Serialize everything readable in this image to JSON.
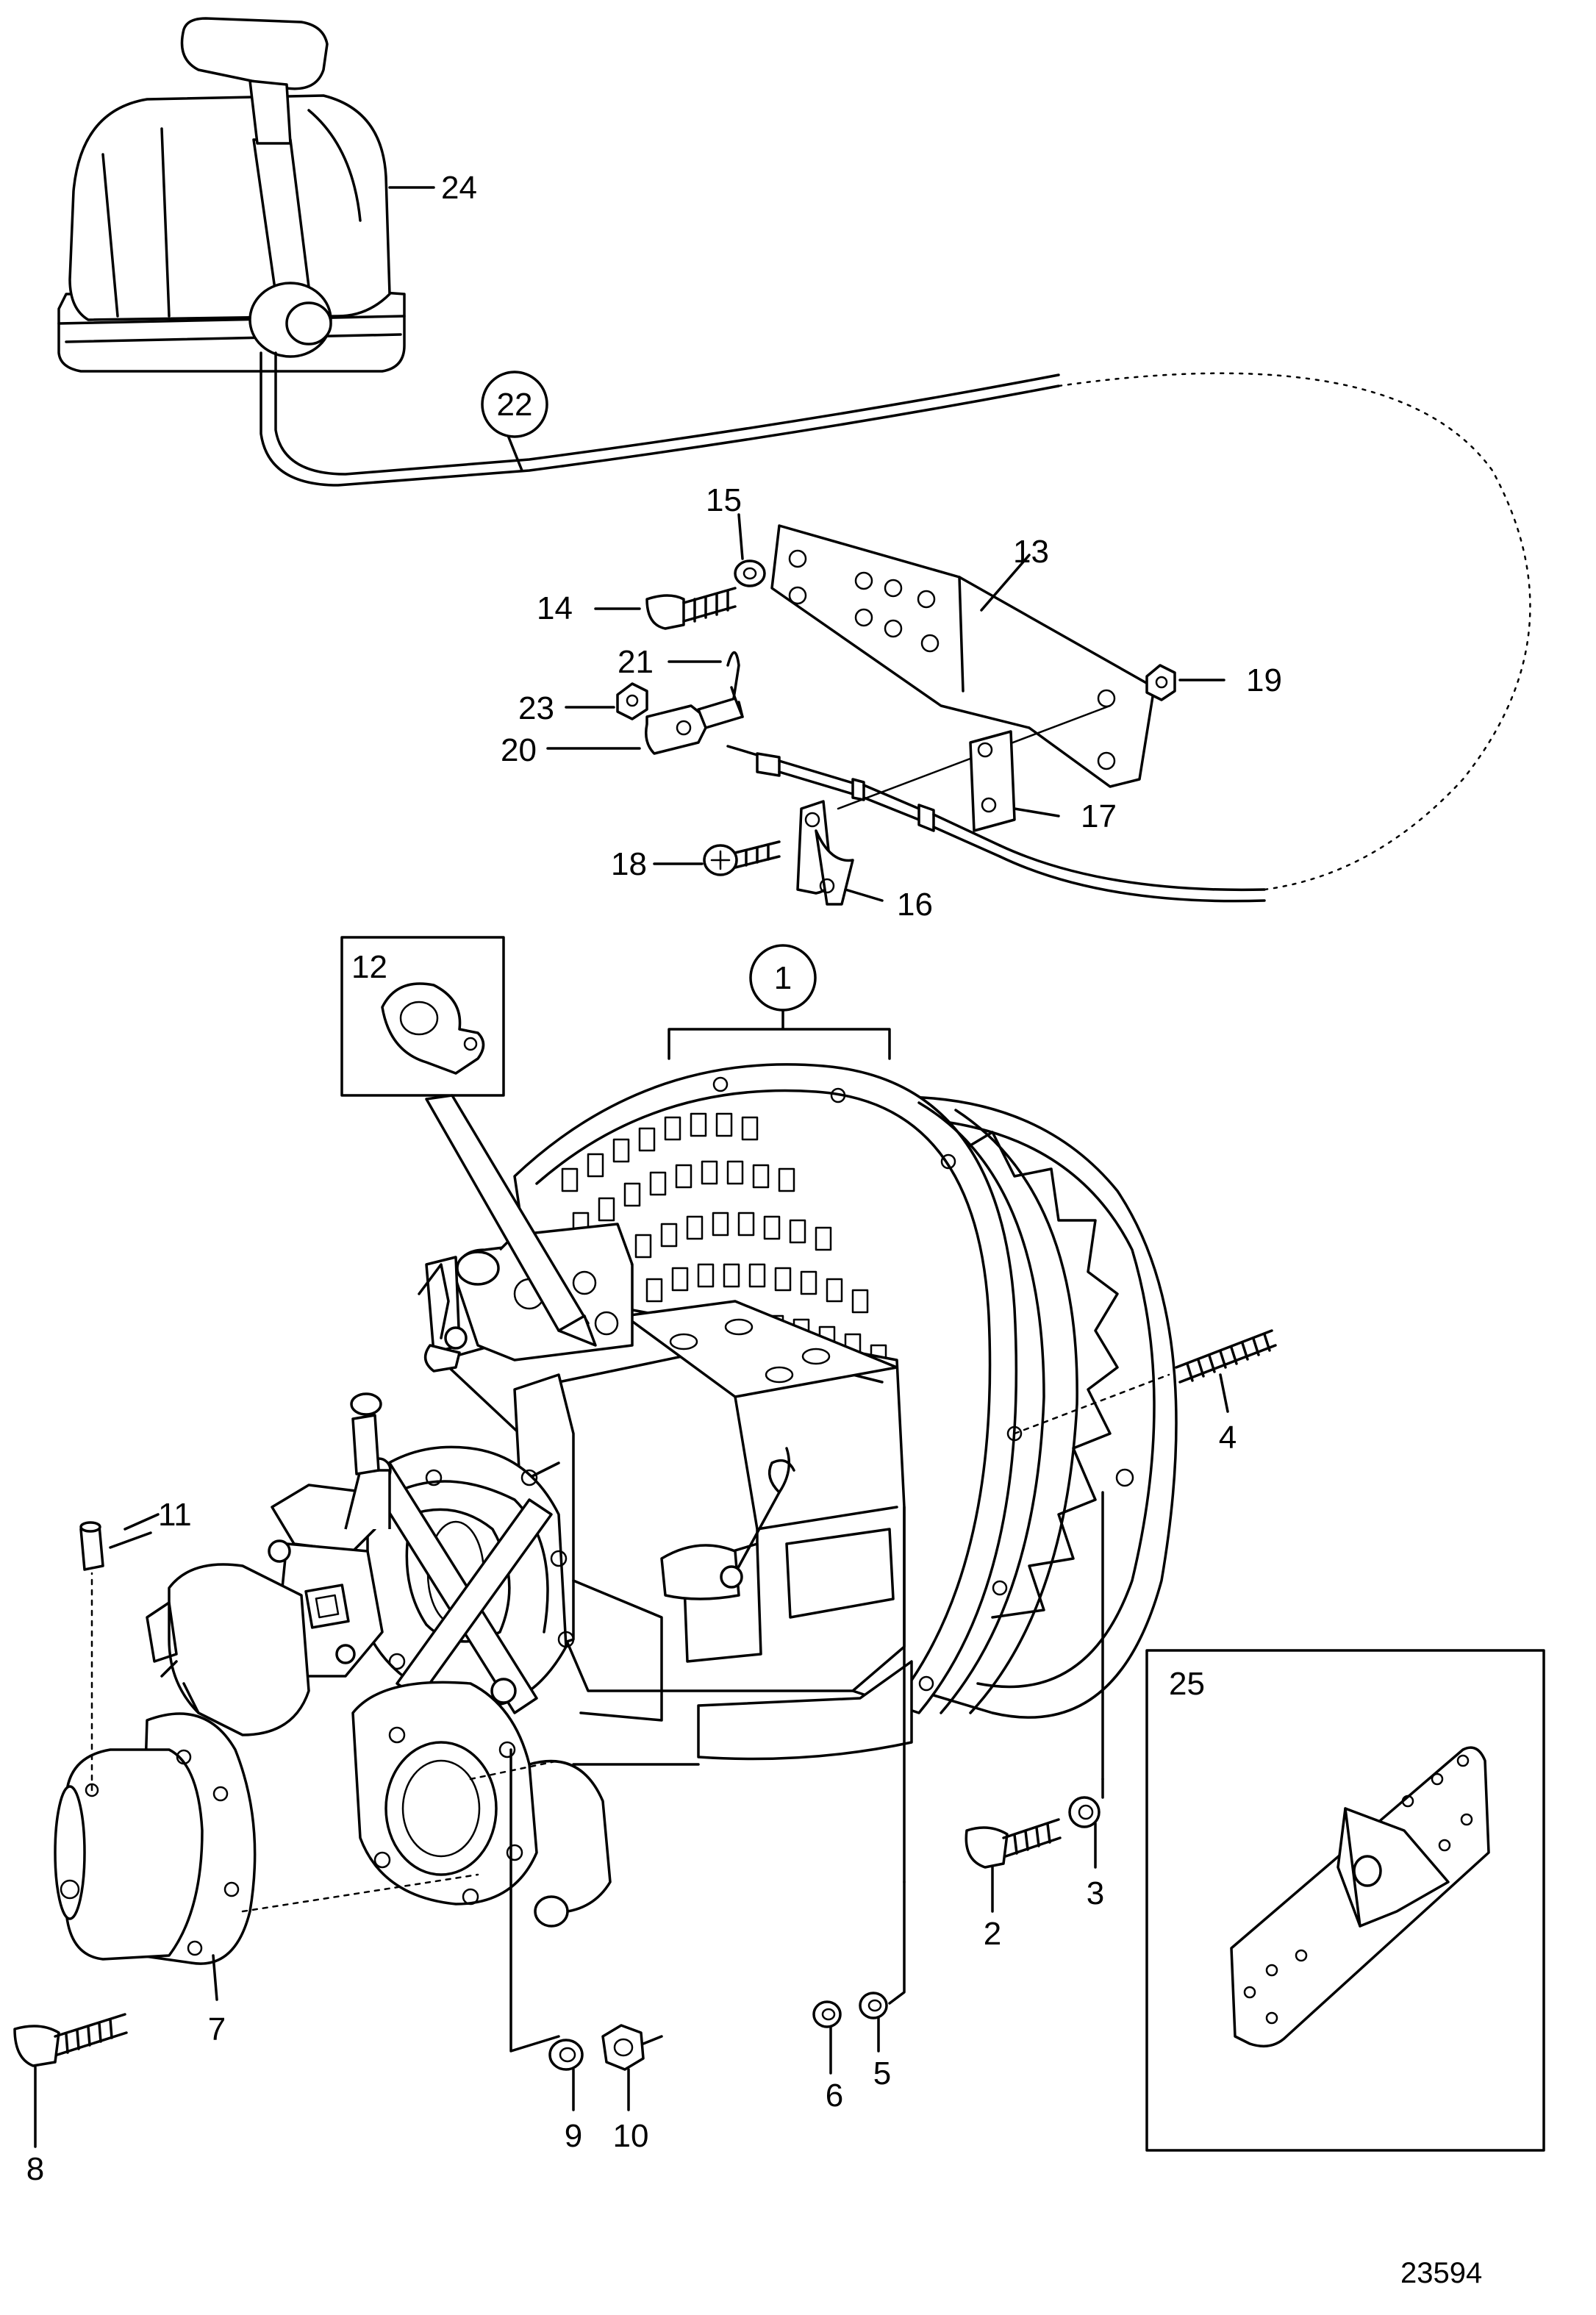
{
  "labels": {
    "l1": "1",
    "l2": "2",
    "l3": "3",
    "l4": "4",
    "l5": "5",
    "l6": "6",
    "l7": "7",
    "l8": "8",
    "l9": "9",
    "l10": "10",
    "l11": "11",
    "l12": "12",
    "l13": "13",
    "l14": "14",
    "l15": "15",
    "l16": "16",
    "l17": "17",
    "l18": "18",
    "l19": "19",
    "l20": "20",
    "l21": "21",
    "l22": "22",
    "l23": "23",
    "l24": "24",
    "l25": "25"
  },
  "reference_number": "23594"
}
